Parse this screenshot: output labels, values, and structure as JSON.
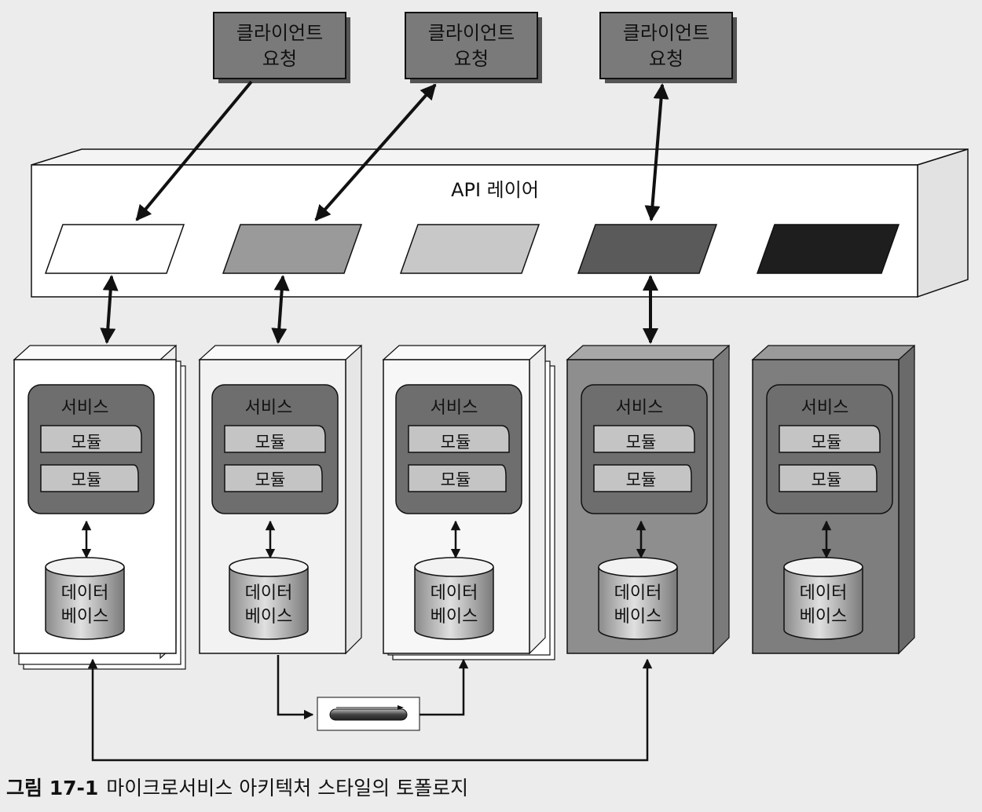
{
  "client_request": {
    "line1": "클라이언트",
    "line2": "요청"
  },
  "api_layer": {
    "label": "API 레이어"
  },
  "service": {
    "label": "서비스",
    "module_label": "모듈",
    "database_line1": "데이터",
    "database_line2": "베이스"
  },
  "caption": {
    "figure": "그림 17-1",
    "text": "마이크로서비스 아키텍처 스타일의 토폴로지"
  },
  "colors": {
    "client_box": "#7a7a7a",
    "service_group": "#6e6e6e",
    "module": "#c4c4c4",
    "endpoint_fills": [
      "#ffffff",
      "#9a9a9a",
      "#c8c8c8",
      "#5a5a5a",
      "#1e1e1e"
    ],
    "column_fills": [
      "#ffffff",
      "#f2f2f2",
      "#f7f7f7",
      "#8e8e8e",
      "#7e7e7e"
    ]
  }
}
